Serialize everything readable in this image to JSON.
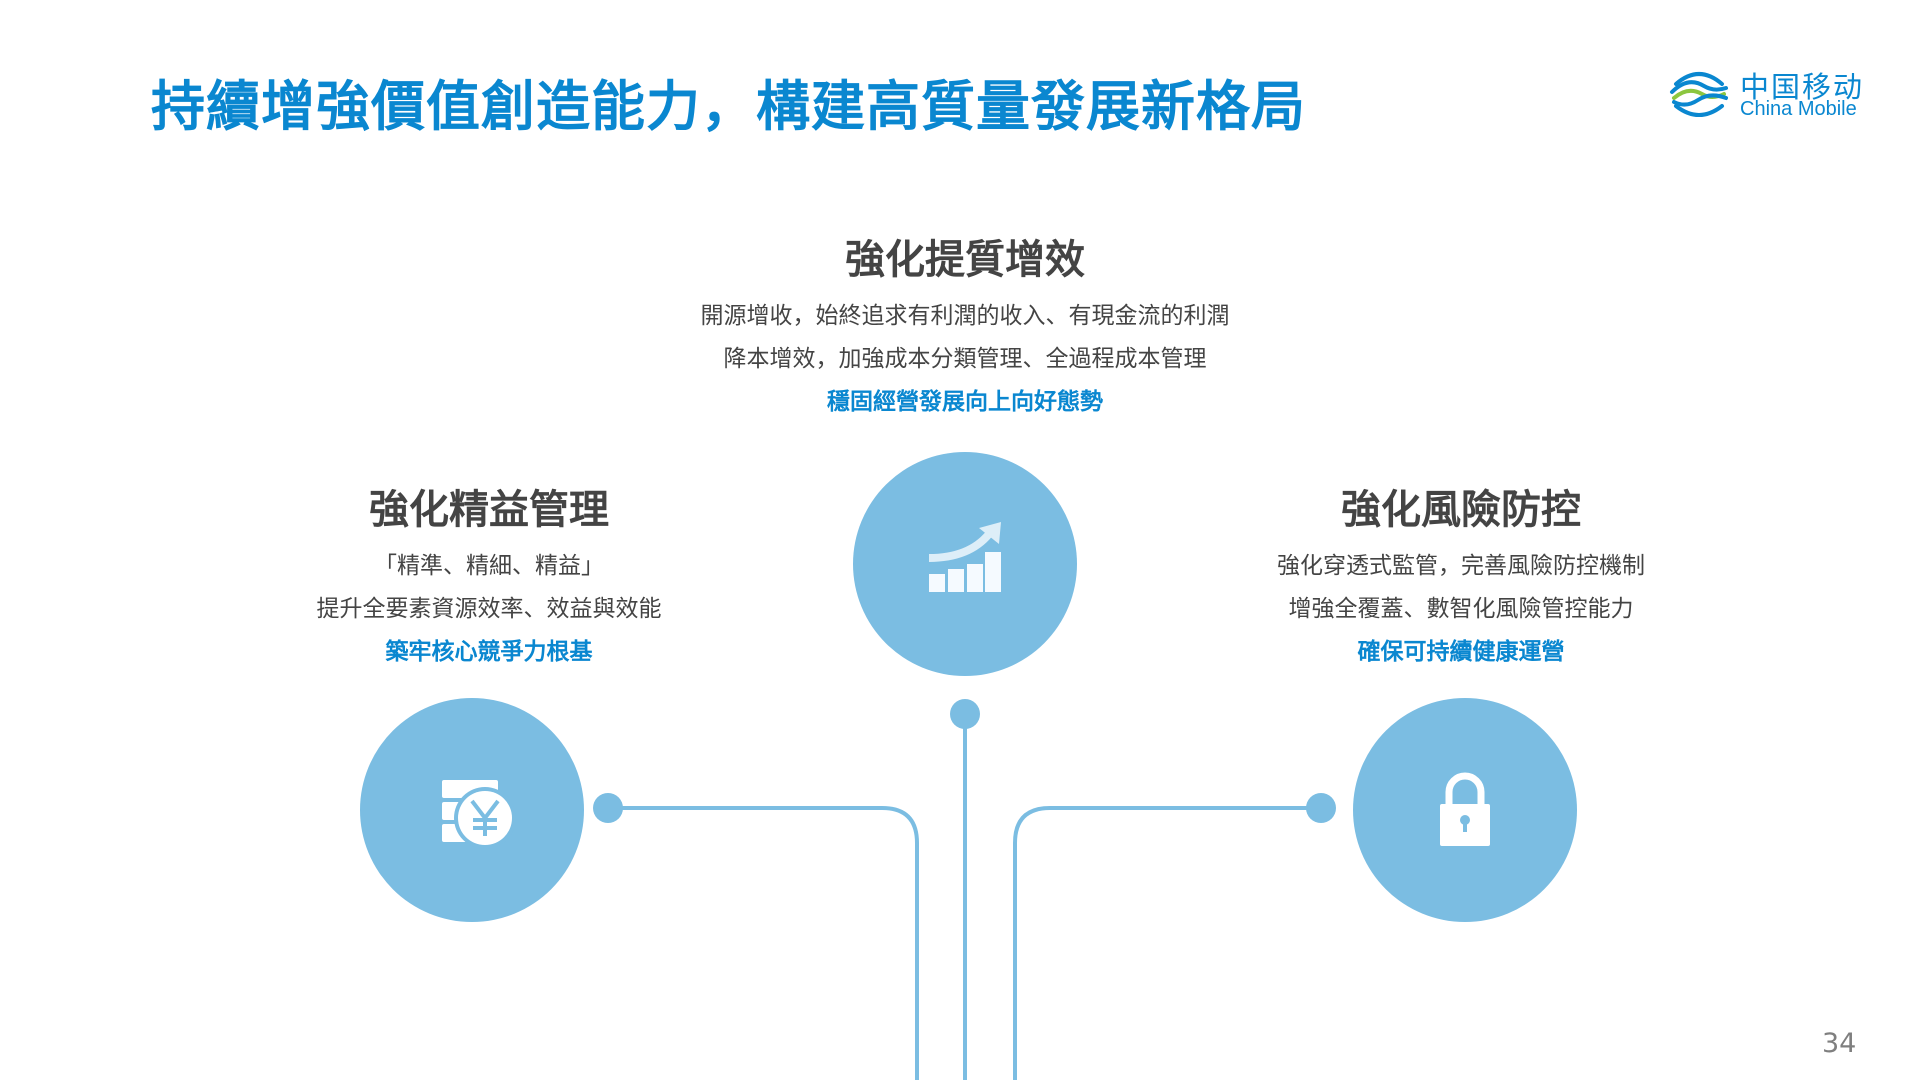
{
  "title": "持續增強價值創造能力，構建高質量發展新格局",
  "logo": {
    "cn": "中国移动",
    "en": "China Mobile"
  },
  "colors": {
    "accent": "#0a87d0",
    "circle": "#7bbde2",
    "text": "#444444"
  },
  "center": {
    "heading": "強化提質增效",
    "lines": [
      "開源增收，始終追求有利潤的收入、有現金流的利潤",
      "降本增效，加強成本分類管理、全過程成本管理"
    ],
    "highlight": "穩固經營發展向上向好態勢",
    "icon": "growth-chart-icon"
  },
  "left": {
    "heading": "強化精益管理",
    "lines": [
      "「精準、精細、精益」",
      "提升全要素資源效率、效益與效能"
    ],
    "highlight": "築牢核心競爭力根基",
    "icon": "yuan-coins-icon"
  },
  "right": {
    "heading": "強化風險防控",
    "lines": [
      "強化穿透式監管，完善風險防控機制",
      "增強全覆蓋、數智化風險管控能力"
    ],
    "highlight": "確保可持續健康運營",
    "icon": "lock-icon"
  },
  "page_number": "34"
}
